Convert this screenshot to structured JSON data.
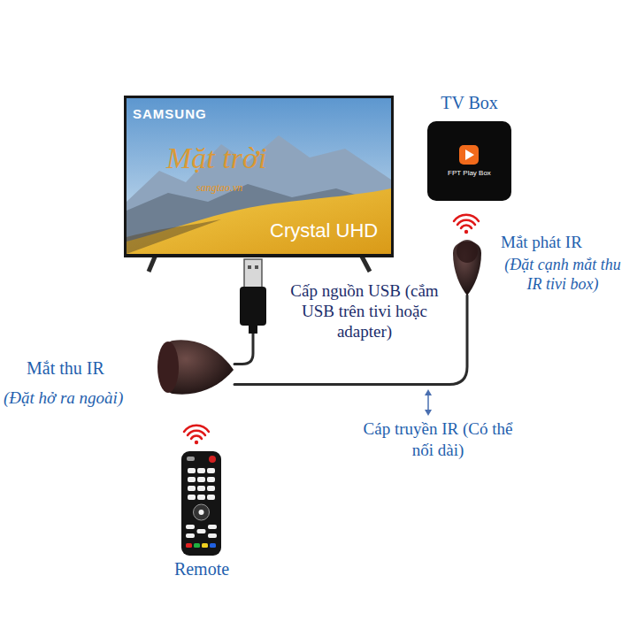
{
  "diagram": {
    "nodes": [
      {
        "text": [
          "SAMSUNG",
          "Crystal UHD"
        ]
      },
      {
        "text": [
          "TV Box",
          "FPT Play Box"
        ]
      },
      {
        "text": [
          "Mắt phát IR",
          "(Đặt cạnh mắt thu IR tivi box)"
        ]
      },
      {
        "text": [
          "Cấp nguồn USB (cắm USB trên tivi hoặc adapter)"
        ]
      },
      {
        "text": [
          "Mắt thu IR",
          "(Đặt hở ra ngoài)"
        ]
      },
      {
        "text": [
          "Remote"
        ]
      }
    ],
    "edges": [
      {
        "from": 4,
        "to": 2,
        "arrow": "none",
        "label": "Cáp truyền IR (Có thể nối dài)"
      },
      {
        "from": 4,
        "to": 3,
        "arrow": "none"
      }
    ],
    "labels": [
      "Mặt trời",
      "sangtao.vn"
    ]
  }
}
